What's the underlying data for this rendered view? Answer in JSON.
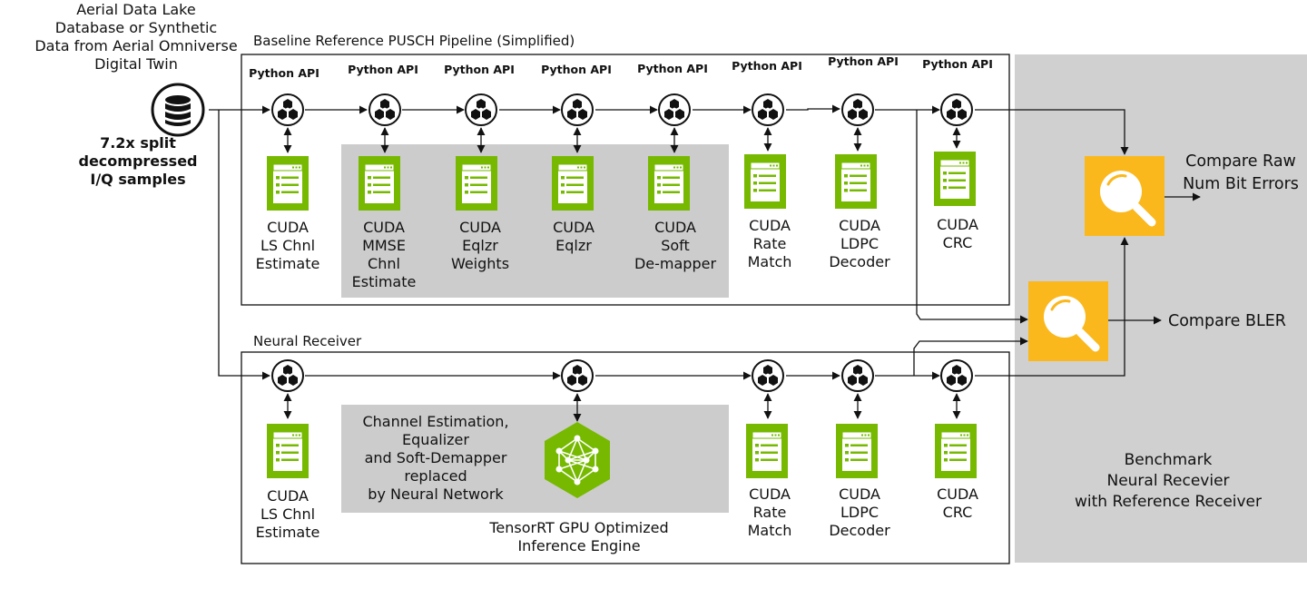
{
  "source": {
    "lines": [
      "Aerial Data Lake",
      "Database or Synthetic",
      "Data from Aerial Omniverse",
      "Digital Twin"
    ],
    "icon": "database-icon"
  },
  "samples": {
    "lines": [
      "7.2x split",
      "decompressed",
      "I/Q samples"
    ]
  },
  "pusch": {
    "title": "Baseline Reference PUSCH Pipeline (Simplified)",
    "api_label": "Python API",
    "blocks": [
      {
        "lines": [
          "CUDA",
          "LS Chnl",
          "Estimate"
        ]
      },
      {
        "lines": [
          "CUDA",
          "MMSE",
          "Chnl",
          "Estimate"
        ]
      },
      {
        "lines": [
          "CUDA",
          "Eqlzr",
          "Weights"
        ]
      },
      {
        "lines": [
          "CUDA",
          "Eqlzr"
        ]
      },
      {
        "lines": [
          "CUDA",
          "Soft",
          "De-mapper"
        ]
      },
      {
        "lines": [
          "CUDA",
          "Rate",
          "Match"
        ]
      },
      {
        "lines": [
          "CUDA",
          "LDPC",
          "Decoder"
        ]
      },
      {
        "lines": [
          "CUDA",
          "CRC"
        ]
      }
    ]
  },
  "neural": {
    "title": "Neural Receiver",
    "replaced_lines": [
      "Channel Estimation,",
      "Equalizer",
      "and Soft-Demapper",
      "replaced",
      "by Neural Network"
    ],
    "engine_lines": [
      "TensorRT GPU Optimized",
      "Inference Engine"
    ],
    "blocks": [
      {
        "lines": [
          "CUDA",
          "LS Chnl",
          "Estimate"
        ]
      },
      {
        "lines": [
          "CUDA",
          "Rate",
          "Match"
        ]
      },
      {
        "lines": [
          "CUDA",
          "LDPC",
          "Decoder"
        ]
      },
      {
        "lines": [
          "CUDA",
          "CRC"
        ]
      }
    ]
  },
  "compare": {
    "raw_lines": [
      "Compare Raw",
      "Num Bit Errors"
    ],
    "bler": "Compare BLER"
  },
  "benchmark": {
    "lines": [
      "Benchmark",
      "Neural Recevier",
      "with Reference Receiver"
    ]
  },
  "colors": {
    "green": "#76b900",
    "gold": "#fbb81c",
    "gray_panel": "#d0d0d0",
    "gray_shade": "#cccccc",
    "ink": "#111111"
  }
}
